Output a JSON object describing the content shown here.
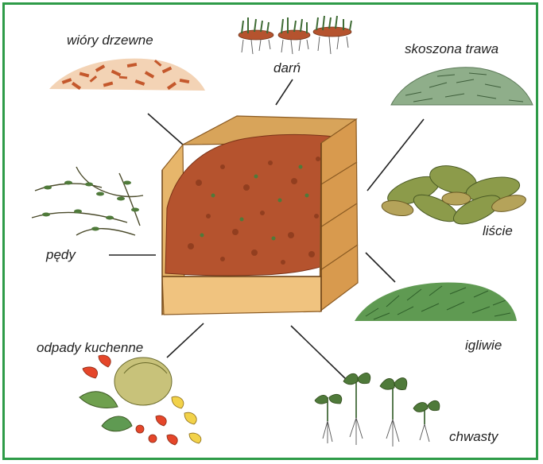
{
  "labels": {
    "wood_chips": "wióry drzewne",
    "turf": "darń",
    "cut_grass": "skoszona trawa",
    "leaves": "liście",
    "shoots": "pędy",
    "kitchen_waste": "odpady kuchenne",
    "needles": "igliwie",
    "weeds": "chwasty"
  },
  "colors": {
    "frame_border": "#2e9b48",
    "wood": "#e6b36a",
    "compost": "#b5532e",
    "leader_line": "#222222"
  }
}
